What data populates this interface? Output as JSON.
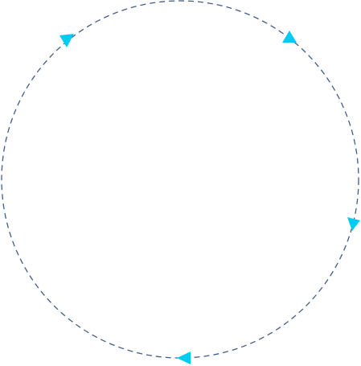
{
  "diagram": {
    "type": "cycle",
    "circle": {
      "stroke_color": "#3F5C8C",
      "dash_style": "dashed"
    },
    "arrow_color": "#00CCF2",
    "arrows": [
      {
        "name": "arrow-top-left",
        "icon": "triangle-arrow-icon"
      },
      {
        "name": "arrow-top-right",
        "icon": "triangle-arrow-icon"
      },
      {
        "name": "arrow-right",
        "icon": "triangle-arrow-icon"
      },
      {
        "name": "arrow-bottom",
        "icon": "triangle-arrow-icon"
      }
    ]
  }
}
